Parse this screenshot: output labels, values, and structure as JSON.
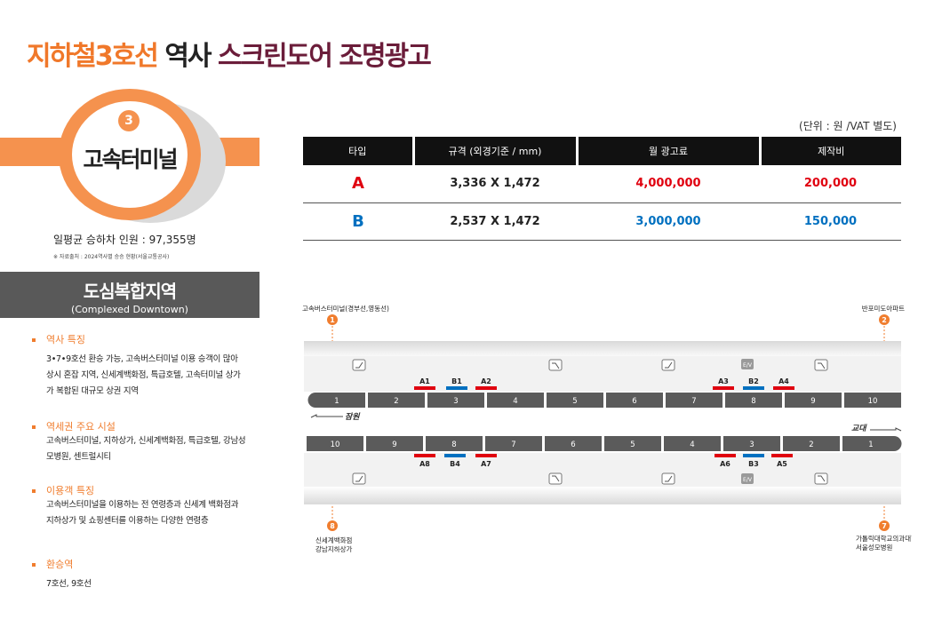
{
  "title": {
    "part1": "지하철3호선",
    "part2": " 역사 ",
    "part3": "스크린도어 조명광고"
  },
  "station": {
    "line_number": "3",
    "name": "고속터미널",
    "daily_riders": "일평균 승하차 인원 : 97,355명",
    "source_note": "※ 자료출처 : 2024역사별 승승 현황(서울교통공사)"
  },
  "zone": {
    "title_ko": "도심복합지역",
    "title_en": "(Complexed Downtown)"
  },
  "sections": [
    {
      "heading": "역사 특징",
      "body": "3•7•9호선 환승 가능, 고속버스터미널 이용 승객이 많아 상시 혼잡 지역, 신세계백화점, 특급호텔, 고속터미널 상가가 복합된 대규모 상권 지역"
    },
    {
      "heading": "역세권 주요 시설",
      "body": "고속버스터미널, 지하상가, 신세계백화점, 특급호텔, 강남성모병원, 센트럴시티"
    },
    {
      "heading": "이용객 특징",
      "body": "고속버스터미널을 이용하는 전 연령층과 신세계 백화점과 지하상가 및 쇼핑센터를 이용하는 다양한 연령층"
    },
    {
      "heading": "환승역",
      "body": "7호선, 9호선"
    }
  ],
  "price_table": {
    "unit_note": "(단위 : 원 /VAT 별도)",
    "headers": [
      "타입",
      "규격 (외경기준 / mm)",
      "월 광고료",
      "제작비"
    ],
    "rows": [
      {
        "type": "A",
        "size": "3,336 X 1,472",
        "monthly_fee": "4,000,000",
        "production": "200,000"
      },
      {
        "type": "B",
        "size": "2,537 X 1,472",
        "monthly_fee": "3,000,000",
        "production": "150,000"
      }
    ]
  },
  "diagram": {
    "exits_top": [
      {
        "num": "1",
        "label": "고속버스터미널(경부선,영동선)"
      },
      {
        "num": "2",
        "label": "반포미도아파트"
      }
    ],
    "exits_bottom": [
      {
        "num": "8",
        "label_lines": [
          "신세계백화점",
          "강남지하상가"
        ]
      },
      {
        "num": "7",
        "label_lines": [
          "가톨릭대학교의과대학",
          "서울성모병원"
        ]
      }
    ],
    "upper_doors": [
      "1",
      "2",
      "3",
      "4",
      "5",
      "6",
      "7",
      "8",
      "9",
      "10"
    ],
    "lower_doors": [
      "10",
      "9",
      "8",
      "7",
      "6",
      "5",
      "4",
      "3",
      "2",
      "1"
    ],
    "direction_left": "잠원",
    "direction_right": "교대",
    "ev_label": "E/V",
    "upper_ads": [
      {
        "label": "A1",
        "type": "A"
      },
      {
        "label": "B1",
        "type": "B"
      },
      {
        "label": "A2",
        "type": "A"
      },
      {
        "label": "A3",
        "type": "A"
      },
      {
        "label": "B2",
        "type": "B"
      },
      {
        "label": "A4",
        "type": "A"
      }
    ],
    "lower_ads": [
      {
        "label": "A8",
        "type": "A"
      },
      {
        "label": "B4",
        "type": "B"
      },
      {
        "label": "A7",
        "type": "A"
      },
      {
        "label": "A6",
        "type": "A"
      },
      {
        "label": "B3",
        "type": "B"
      },
      {
        "label": "A5",
        "type": "A"
      }
    ]
  },
  "colors": {
    "orange": "#f5924e",
    "title_orange": "#f07d2e",
    "maroon": "#6b1d3a",
    "type_a": "#e0000f",
    "type_b": "#0070c0",
    "door_gray": "#5b5b5b",
    "zone_gray": "#595959"
  }
}
